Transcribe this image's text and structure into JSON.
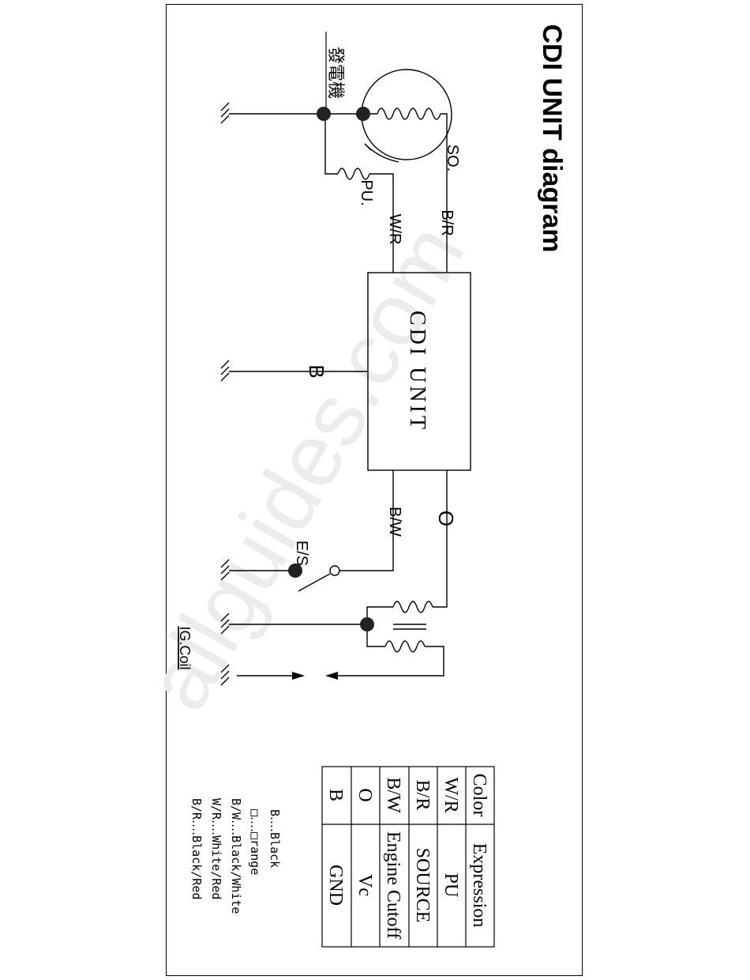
{
  "title": "CDI UNIT diagram",
  "generator_label": "發電機",
  "labels": {
    "so": "SO.",
    "pu": "PU.",
    "wire_br": "B/R",
    "wire_wr": "W/R",
    "cdi_unit": "CDI UNIT",
    "wire_b": "B",
    "wire_bw": "B/W",
    "wire_o": "O",
    "es": "E/S",
    "ig_coil": "IG.Coil"
  },
  "table": {
    "headers": [
      "Color",
      "Expression"
    ],
    "rows": [
      [
        "W/R",
        "PU"
      ],
      [
        "B/R",
        "SOURCE"
      ],
      [
        "B/W",
        "Engine Cutoff"
      ],
      [
        "O",
        "Vc"
      ],
      [
        "B",
        "GND"
      ]
    ]
  },
  "legend": [
    "B‥‥Black",
    "□‥‥□range",
    "B/W‥‥Black/White",
    "W/R‥‥White/Red",
    "B/R‥‥Black/Red"
  ],
  "watermark": "allguides.com"
}
